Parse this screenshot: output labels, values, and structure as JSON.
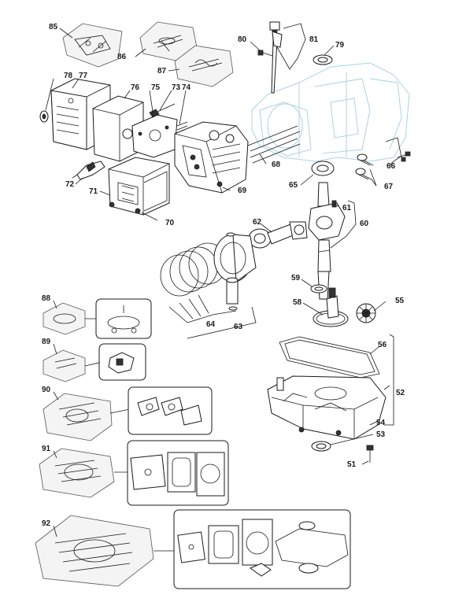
{
  "labels": {
    "n85": "85",
    "n86": "86",
    "n87": "87",
    "n80": "80",
    "n81": "81",
    "n79": "79",
    "n78": "78",
    "n77": "77",
    "n76": "76",
    "n75": "75",
    "n73": "73",
    "n74": "74",
    "n72": "72",
    "n71": "71",
    "n70": "70",
    "n69": "69",
    "n68": "68",
    "n65": "65",
    "n66": "66",
    "n67": "67",
    "n61": "61",
    "n60": "60",
    "n62": "62",
    "n59": "59",
    "n58": "58",
    "n55": "55",
    "n64": "64",
    "n63": "63",
    "n56": "56",
    "n52": "52",
    "n54": "54",
    "n53": "53",
    "n51": "51",
    "n88": "88",
    "n89": "89",
    "n90": "90",
    "n91": "91",
    "n92": "92"
  },
  "colors": {
    "line": "#1a1a1a",
    "ghost_block": "#a9d3e0",
    "background": "#ffffff"
  }
}
